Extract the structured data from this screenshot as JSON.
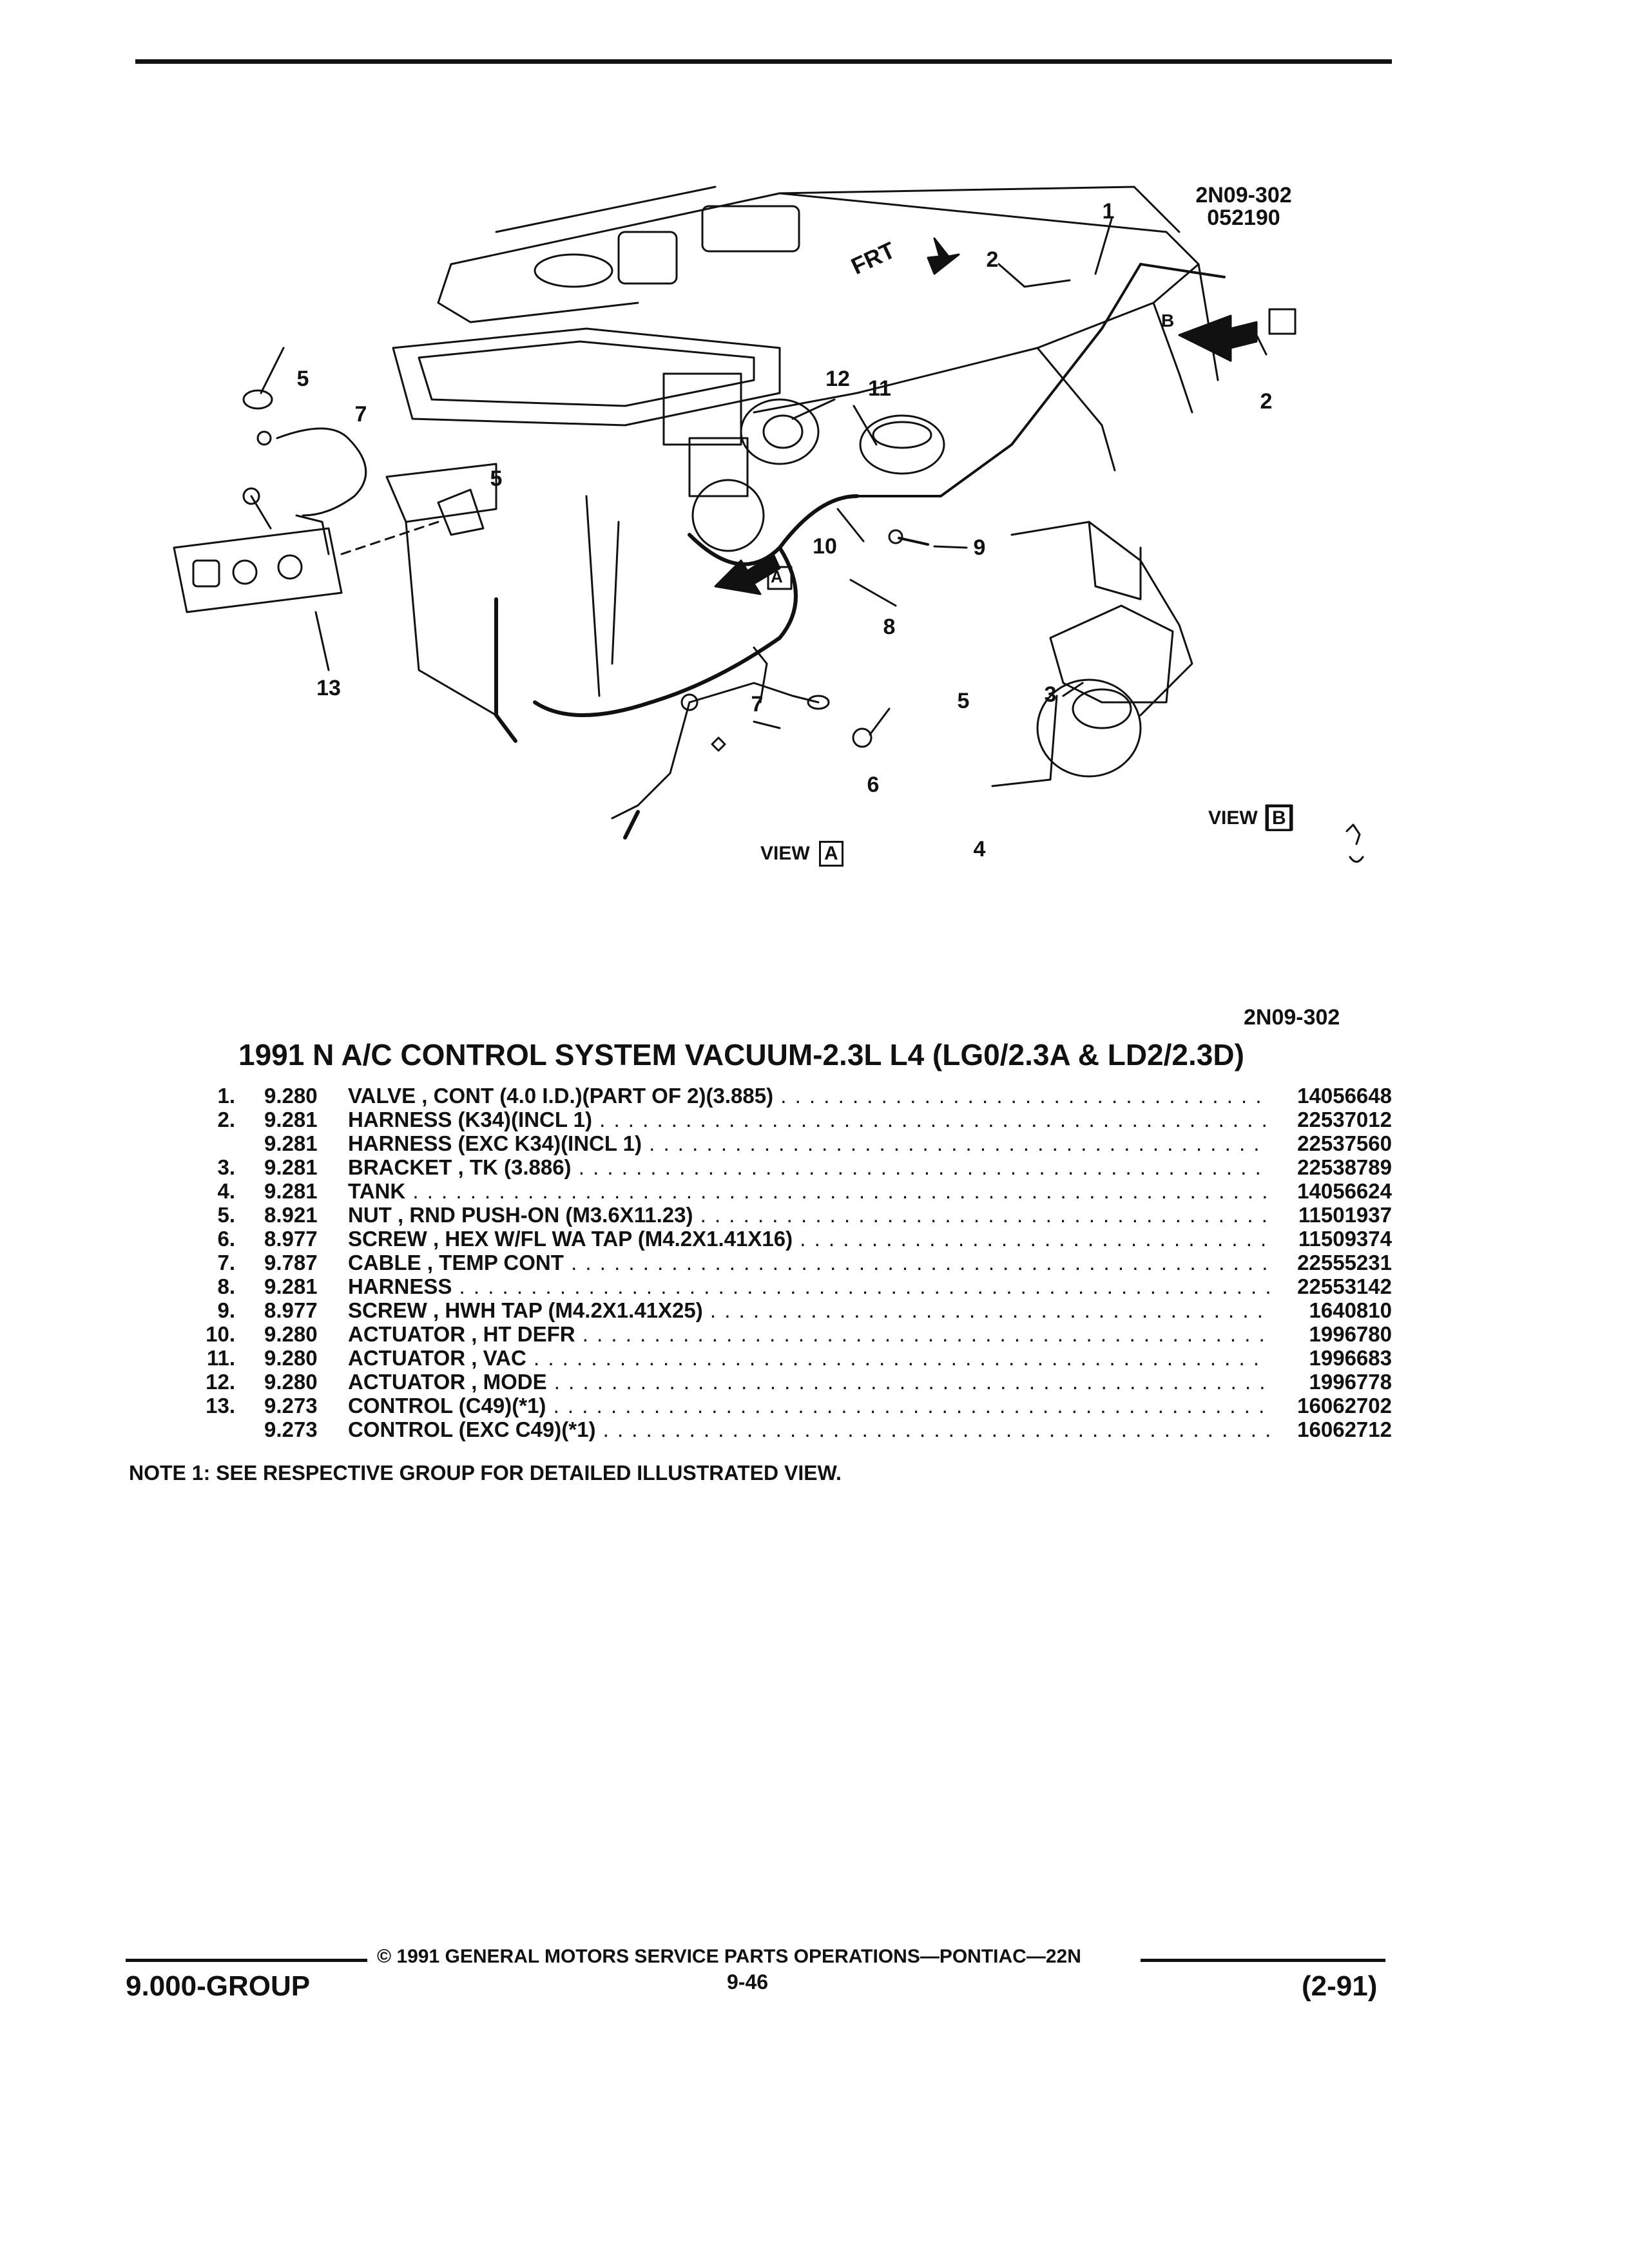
{
  "figure": {
    "code_top": "2N09-302",
    "code_date": "052190",
    "ref_code": "2N09-302",
    "front_label": "FRT",
    "view_a_label": "VIEW",
    "view_a_letter": "A",
    "view_b_label": "VIEW",
    "view_b_letter": "B",
    "callouts": [
      "1",
      "2",
      "2",
      "3",
      "4",
      "5",
      "5",
      "5",
      "6",
      "7",
      "7",
      "8",
      "9",
      "10",
      "11",
      "12",
      "13"
    ]
  },
  "title": "1991 N A/C CONTROL SYSTEM VACUUM-2.3L L4 (LG0/2.3A & LD2/2.3D)",
  "parts": [
    {
      "num": "1.",
      "group": "9.280",
      "desc": "VALVE , CONT (4.0 I.D.)(PART OF 2)(3.885)",
      "pn": "14056648"
    },
    {
      "num": "2.",
      "group": "9.281",
      "desc": "HARNESS (K34)(INCL 1)",
      "pn": "22537012"
    },
    {
      "num": "",
      "group": "9.281",
      "desc": "HARNESS (EXC K34)(INCL 1)",
      "pn": "22537560"
    },
    {
      "num": "3.",
      "group": "9.281",
      "desc": "BRACKET , TK (3.886)",
      "pn": "22538789"
    },
    {
      "num": "4.",
      "group": "9.281",
      "desc": "TANK",
      "pn": "14056624"
    },
    {
      "num": "5.",
      "group": "8.921",
      "desc": "NUT , RND PUSH-ON (M3.6X11.23)",
      "pn": "11501937"
    },
    {
      "num": "6.",
      "group": "8.977",
      "desc": "SCREW , HEX W/FL WA TAP (M4.2X1.41X16)",
      "pn": "11509374"
    },
    {
      "num": "7.",
      "group": "9.787",
      "desc": "CABLE , TEMP CONT",
      "pn": "22555231"
    },
    {
      "num": "8.",
      "group": "9.281",
      "desc": "HARNESS",
      "pn": "22553142"
    },
    {
      "num": "9.",
      "group": "8.977",
      "desc": "SCREW , HWH TAP (M4.2X1.41X25)",
      "pn": "1640810"
    },
    {
      "num": "10.",
      "group": "9.280",
      "desc": "ACTUATOR , HT DEFR",
      "pn": "1996780"
    },
    {
      "num": "11.",
      "group": "9.280",
      "desc": "ACTUATOR , VAC",
      "pn": "1996683"
    },
    {
      "num": "12.",
      "group": "9.280",
      "desc": "ACTUATOR , MODE",
      "pn": "1996778"
    },
    {
      "num": "13.",
      "group": "9.273",
      "desc": "CONTROL (C49)(*1)",
      "pn": "16062702"
    },
    {
      "num": "",
      "group": "9.273",
      "desc": "CONTROL (EXC C49)(*1)",
      "pn": "16062712"
    }
  ],
  "note": "NOTE  1:  SEE RESPECTIVE GROUP FOR DETAILED ILLUSTRATED VIEW.",
  "footer": {
    "group": "9.000-GROUP",
    "copyright": "© 1991  GENERAL MOTORS SERVICE PARTS OPERATIONS—PONTIAC—22N",
    "page": "9-46",
    "date": "(2-91)"
  }
}
